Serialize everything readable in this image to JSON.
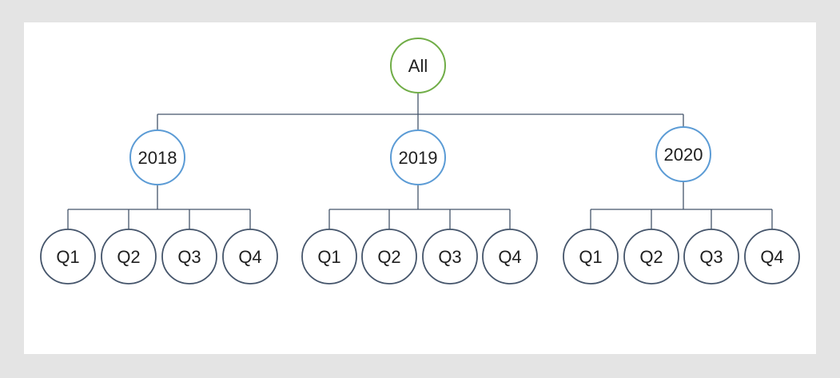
{
  "colors": {
    "page_bg": "#e4e4e4",
    "panel_bg": "#ffffff",
    "root_stroke": "#70ad47",
    "year_stroke": "#5b9bd5",
    "quarter_stroke": "#44546a",
    "connector": "#44546a",
    "text_color": "#1f1f1f"
  },
  "tree": {
    "root": {
      "label": "All"
    },
    "years": [
      {
        "label": "2018",
        "quarters": [
          {
            "label": "Q1"
          },
          {
            "label": "Q2"
          },
          {
            "label": "Q3"
          },
          {
            "label": "Q4"
          }
        ]
      },
      {
        "label": "2019",
        "quarters": [
          {
            "label": "Q1"
          },
          {
            "label": "Q2"
          },
          {
            "label": "Q3"
          },
          {
            "label": "Q4"
          }
        ]
      },
      {
        "label": "2020",
        "quarters": [
          {
            "label": "Q1"
          },
          {
            "label": "Q2"
          },
          {
            "label": "Q3"
          },
          {
            "label": "Q4"
          }
        ]
      }
    ]
  }
}
